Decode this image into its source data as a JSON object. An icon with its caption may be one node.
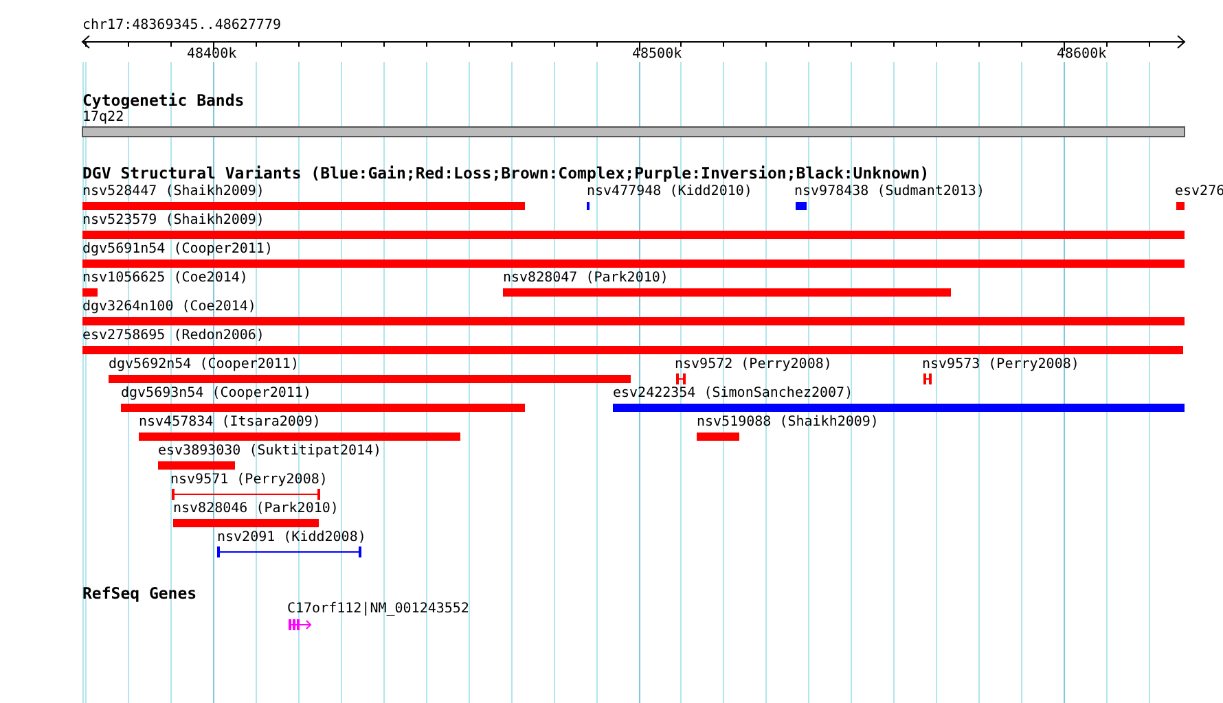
{
  "diagram": {
    "nodes": [
      {
        "text": [
          "nsv528447 (Shaikh2009)"
        ]
      },
      {
        "text": [
          "nsv477948 (Kidd2010)"
        ]
      },
      {
        "text": [
          "nsv978438 (Sudmant2013)"
        ]
      },
      {
        "text": [
          "esv276"
        ]
      },
      {
        "text": [
          "nsv523579 (Shaikh2009)"
        ]
      },
      {
        "text": [
          "dgv5691n54 (Cooper2011)"
        ]
      },
      {
        "text": [
          "nsv1056625 (Coe2014)"
        ]
      },
      {
        "text": [
          "nsv828047 (Park2010)"
        ]
      },
      {
        "text": [
          "dgv3264n100 (Coe2014)"
        ]
      },
      {
        "text": [
          "esv2758695 (Redon2006)"
        ]
      },
      {
        "text": [
          "dgv5692n54 (Cooper2011)"
        ]
      },
      {
        "text": [
          "nsv9572 (Perry2008)"
        ]
      },
      {
        "text": [
          "nsv9573 (Perry2008)"
        ]
      },
      {
        "text": [
          "dgv5693n54 (Cooper2011)"
        ]
      },
      {
        "text": [
          "esv2422354 (SimonSanchez2007)"
        ]
      },
      {
        "text": [
          "nsv457834 (Itsara2009)"
        ]
      },
      {
        "text": [
          "nsv519088 (Shaikh2009)"
        ]
      },
      {
        "text": [
          "esv3893030 (Suktitipat2014)"
        ]
      },
      {
        "text": [
          "nsv9571 (Perry2008)"
        ]
      },
      {
        "text": [
          "nsv828046 (Park2010)"
        ]
      },
      {
        "text": [
          "nsv2091 (Kidd2008)"
        ]
      },
      {
        "text": [
          "C17orf112|NM_001243552"
        ]
      }
    ],
    "labels": [
      "chr17:48369345..48627779",
      "48400k",
      "48500k",
      "48600k",
      "Cytogenetic Bands",
      "17q22",
      "DGV Structural Variants (Blue:Gain;Red:Loss;Brown:Complex;Purple:Inversion;Black:Unknown)",
      "RefSeq Genes"
    ]
  }
}
